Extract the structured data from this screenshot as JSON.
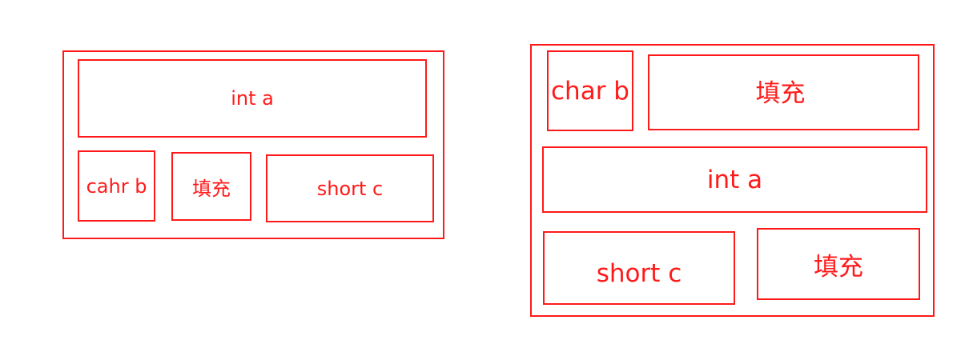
{
  "colors": {
    "stroke": "#ff1a1a",
    "text": "#ff1a1a",
    "background": "#ffffff"
  },
  "left_layout": {
    "int_a": "int a",
    "char_b": "cahr b",
    "padding": "填充",
    "short_c": "short c"
  },
  "right_layout": {
    "char_b": "char b",
    "padding_top": "填充",
    "int_a": "int a",
    "short_c": "short c",
    "padding_bottom": "填充"
  }
}
